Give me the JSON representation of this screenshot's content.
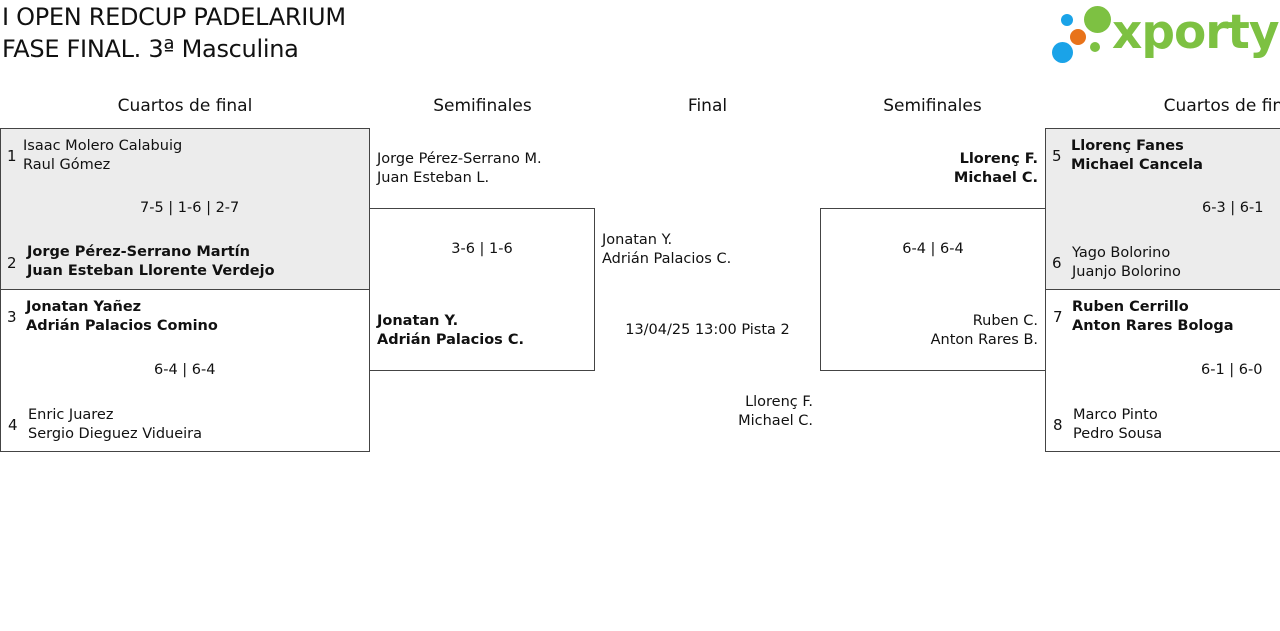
{
  "header": {
    "title_line1": "I OPEN REDCUP PADELARIUM",
    "title_line2": "FASE FINAL. 3ª Masculina",
    "logo_text": "xporty",
    "logo_colors": {
      "blue": "#1aa3e8",
      "orange": "#e8731a",
      "green": "#7dc142"
    }
  },
  "rounds": {
    "left_quarters": "Cuartos de final",
    "left_semis": "Semifinales",
    "final": "Final",
    "right_semis": "Semifinales",
    "right_quarters": "Cuartos de final"
  },
  "quarterfinals": [
    {
      "seed_a": "1",
      "a1": "Isaac Molero Calabuig",
      "a2": "Raul Gómez",
      "score": "7-5 | 1-6 | 2-7",
      "seed_b": "2",
      "b1": "Jorge Pérez-Serrano Martín",
      "b2": "Juan Esteban Llorente Verdejo"
    },
    {
      "seed_a": "3",
      "a1": "Jonatan Yañez",
      "a2": "Adrián Palacios Comino",
      "score": "6-4 | 6-4",
      "seed_b": "4",
      "b1": "Enric Juarez",
      "b2": "Sergio Dieguez Vidueira"
    },
    {
      "seed_a": "5",
      "a1": "Llorenç Fanes",
      "a2": "Michael Cancela",
      "score": "6-3 | 6-1",
      "seed_b": "6",
      "b1": "Yago Bolorino",
      "b2": "Juanjo Bolorino"
    },
    {
      "seed_a": "7",
      "a1": "Ruben Cerrillo",
      "a2": "Anton Rares Bologa",
      "score": "6-1 | 6-0",
      "seed_b": "8",
      "b1": "Marco Pinto",
      "b2": "Pedro Sousa"
    }
  ],
  "semifinals": {
    "left": {
      "a1": "Jorge Pérez-Serrano M.",
      "a2": "Juan Esteban L.",
      "score": "3-6 | 1-6",
      "b1": "Jonatan Y.",
      "b2": "Adrián Palacios C."
    },
    "right": {
      "a1": "Llorenç F.",
      "a2": "Michael C.",
      "score": "6-4 | 6-4",
      "b1": "Ruben C.",
      "b2": "Anton Rares B."
    }
  },
  "final": {
    "a1": "Jonatan Y.",
    "a2": "Adrián Palacios C.",
    "schedule": "13/04/25 13:00 Pista 2",
    "b1": "Llorenç F.",
    "b2": "Michael C."
  }
}
